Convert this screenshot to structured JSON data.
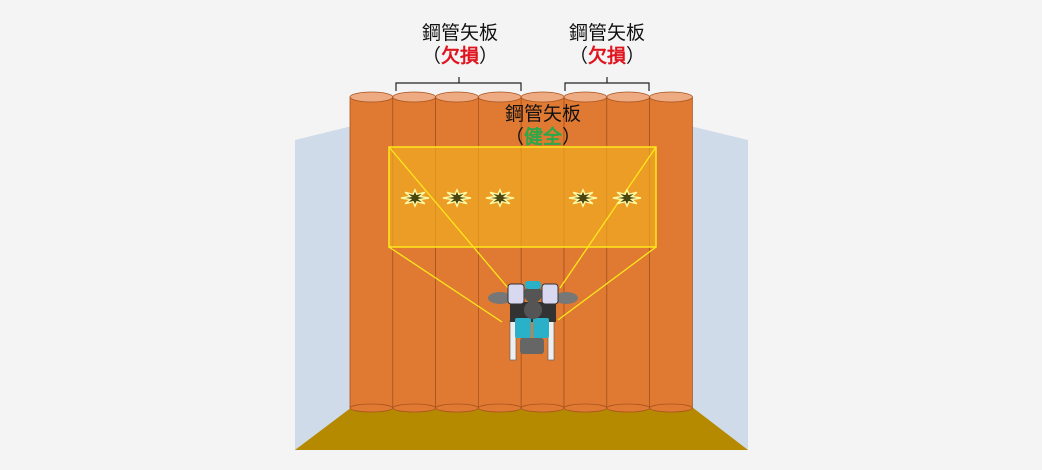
{
  "labels": {
    "left": {
      "title": "鋼管矢板",
      "open": "（",
      "status": "欠損",
      "close": "）"
    },
    "right": {
      "title": "鋼管矢板",
      "open": "（",
      "status": "欠損",
      "close": "）"
    },
    "center": {
      "title": "鋼管矢板",
      "open": "（",
      "status": "健全",
      "close": "）"
    }
  },
  "colors": {
    "pile": "#e07a32",
    "pile_top": "#eeaa80",
    "wall": "#d0dbea",
    "floor": "#b58a00",
    "inspection_area": "#f2b020",
    "damaged": "#e0141e",
    "healthy": "#2aa84a"
  },
  "pile_count": 8,
  "damage_marks": 5
}
